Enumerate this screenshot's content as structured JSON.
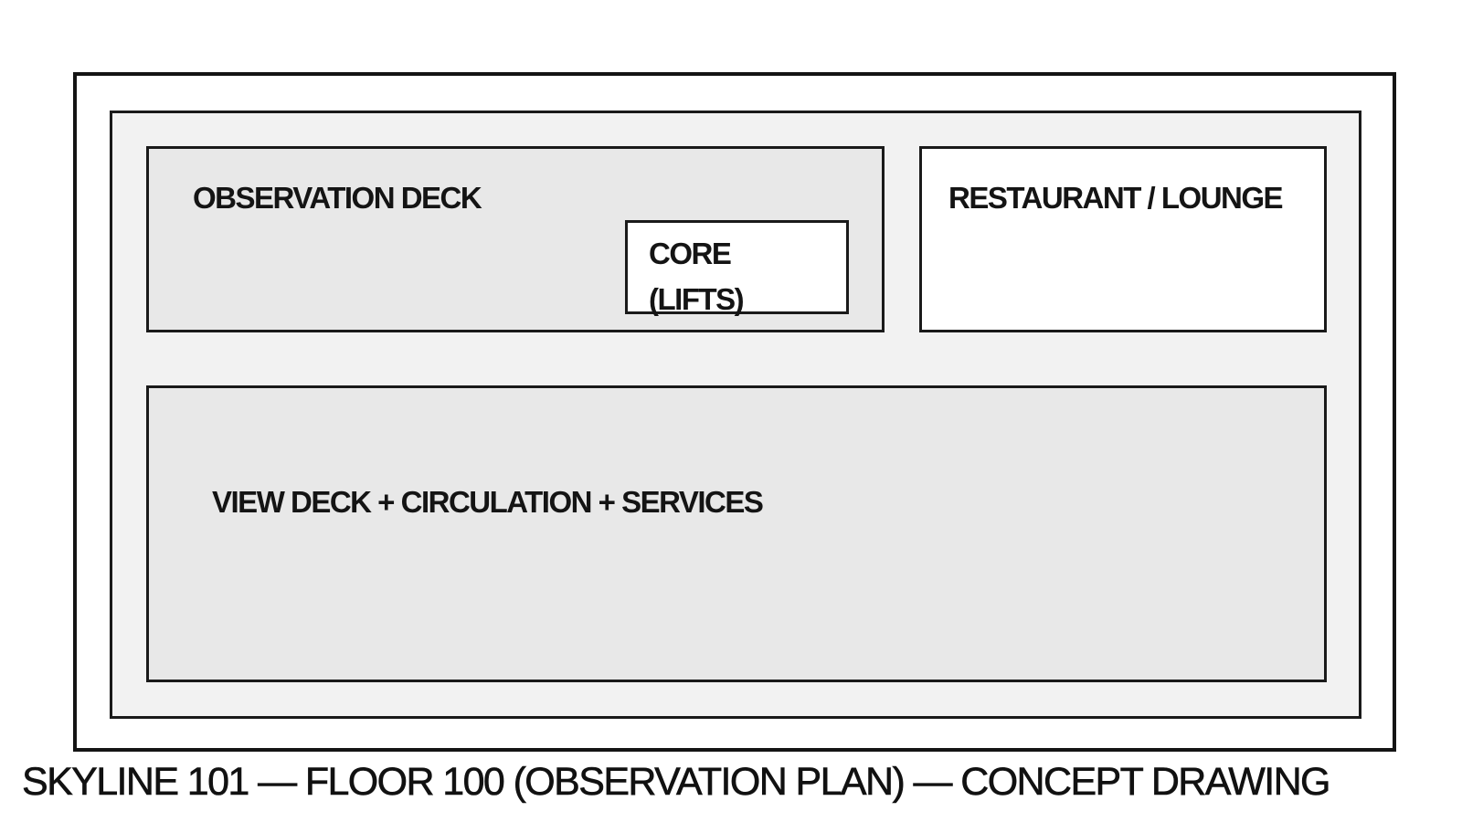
{
  "plan": {
    "zones": {
      "observation_deck": "OBSERVATION DECK",
      "core_line1": "CORE",
      "core_line2": "(LIFTS)",
      "restaurant_lounge": "RESTAURANT / LOUNGE",
      "view_deck": "VIEW DECK + CIRCULATION + SERVICES"
    },
    "colors": {
      "line": "#1a1a1a",
      "floor_fill": "#f2f2f2",
      "deck_fill": "#e8e8e8",
      "room_fill": "#ffffff"
    }
  },
  "caption": {
    "title": "SKYLINE 101 — FLOOR 100 (OBSERVATION PLAN) — CONCEPT DRAWING"
  }
}
